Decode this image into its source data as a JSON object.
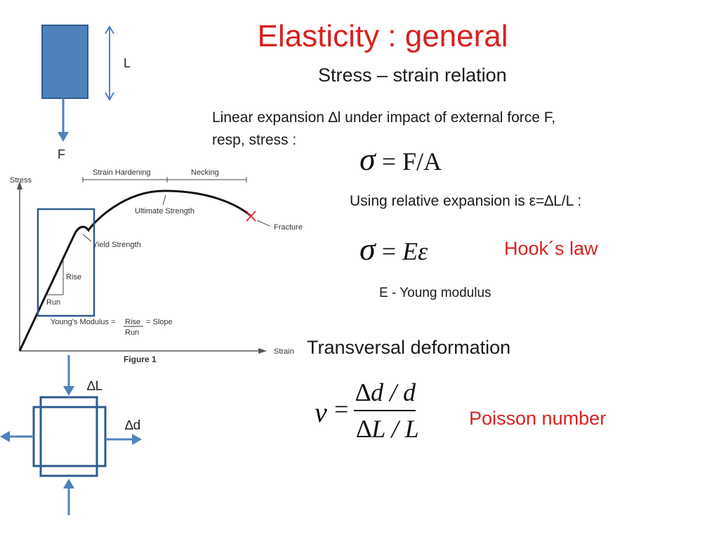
{
  "slide": {
    "title": "Elasticity : general",
    "subtitle": "Stress – strain relation",
    "intro_line1": "Linear expansion ∆l under impact of external force F,",
    "intro_line2": "resp, stress :",
    "formula1_sigma": "σ",
    "formula1_rhs": " = F/A",
    "relative_expansion": "Using relative expansion is ε=∆L/L :",
    "formula2_sigma": "σ",
    "formula2_eq": " = ",
    "formula2_rhs": "Eε",
    "hook_label": "Hook´s law",
    "young_label": "E -  Young modulus",
    "transversal": "Transversal deformation",
    "poisson_label": "Poisson number",
    "poisson_nu": "ν",
    "poisson_eq": "=",
    "poisson_num": "∆d / d",
    "poisson_den": "∆L / L"
  },
  "bar_diagram": {
    "length_label": "L",
    "force_label": "F",
    "bar_color": "#4f81bd",
    "arrow_color": "#4f81bd"
  },
  "square_diagram": {
    "dl_label": "∆L",
    "dd_label": "∆d",
    "line_color": "#2e5b8f"
  },
  "stress_strain_figure": {
    "y_axis": "Stress",
    "x_axis": "Strain",
    "strain_hardening": "Strain Hardening",
    "necking": "Necking",
    "ultimate_strength": "Ultimate Strength",
    "fracture": "Fracture",
    "yield_strength": "Yield Strength",
    "rise": "Rise",
    "run": "Run",
    "youngs_modulus_prefix": "Young's Modulus =",
    "youngs_modulus_rise": "Rise",
    "youngs_modulus_run": "Run",
    "youngs_modulus_suffix": "= Slope",
    "caption": "Figure 1",
    "box_color": "#2e5b8f",
    "fracture_color": "#e03030"
  }
}
